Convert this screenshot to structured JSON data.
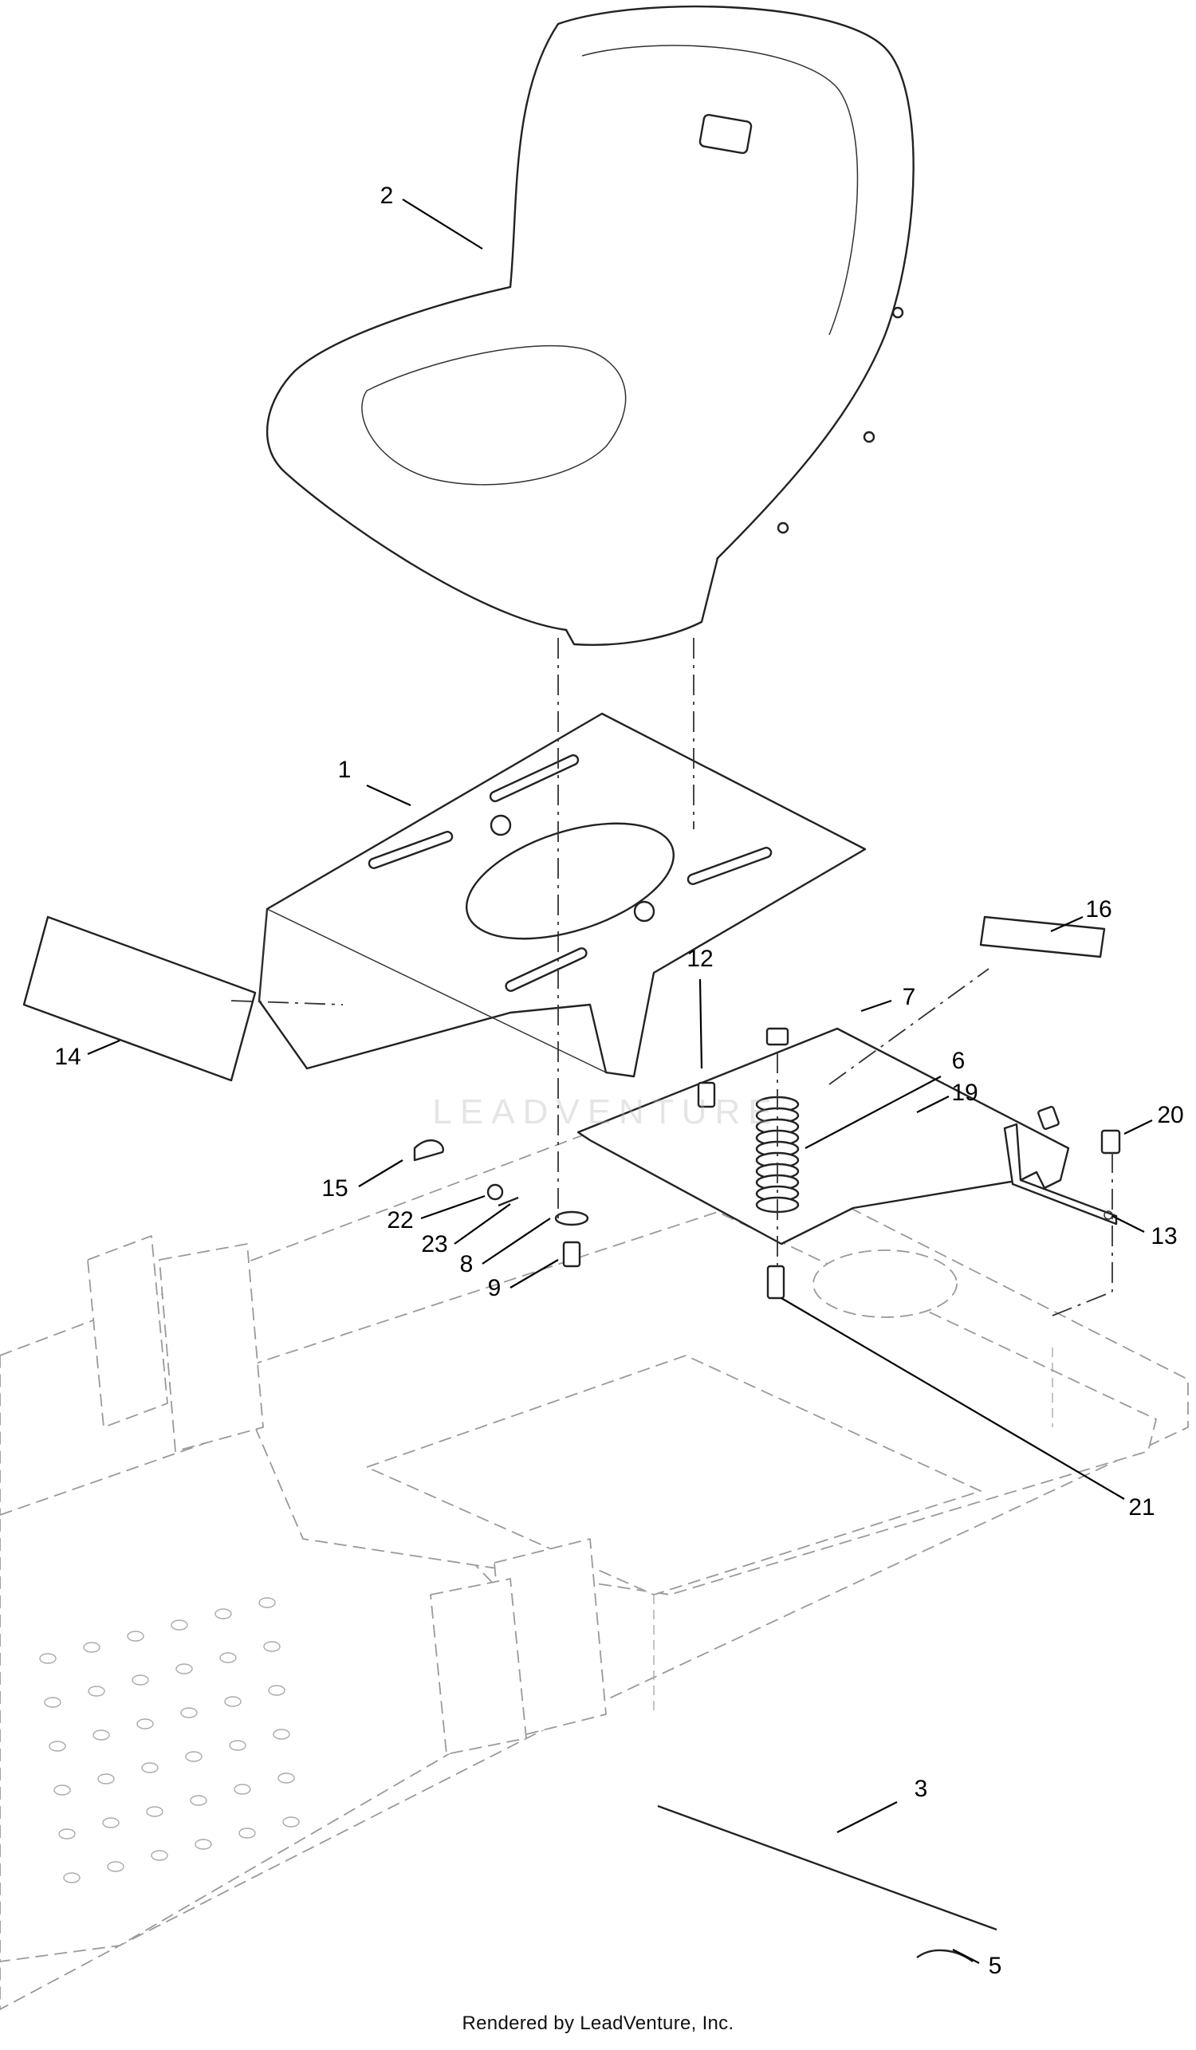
{
  "callouts": [
    {
      "id": "1",
      "label": "1"
    },
    {
      "id": "2",
      "label": "2"
    },
    {
      "id": "3",
      "label": "3"
    },
    {
      "id": "5",
      "label": "5"
    },
    {
      "id": "6",
      "label": "6"
    },
    {
      "id": "7",
      "label": "7"
    },
    {
      "id": "8",
      "label": "8"
    },
    {
      "id": "9",
      "label": "9"
    },
    {
      "id": "12",
      "label": "12"
    },
    {
      "id": "13",
      "label": "13"
    },
    {
      "id": "14",
      "label": "14"
    },
    {
      "id": "15",
      "label": "15"
    },
    {
      "id": "16",
      "label": "16"
    },
    {
      "id": "19",
      "label": "19"
    },
    {
      "id": "20",
      "label": "20"
    },
    {
      "id": "21",
      "label": "21"
    },
    {
      "id": "22",
      "label": "22"
    },
    {
      "id": "23",
      "label": "23"
    }
  ],
  "watermark": "LEADVENTURE",
  "footer": "Rendered by LeadVenture, Inc."
}
